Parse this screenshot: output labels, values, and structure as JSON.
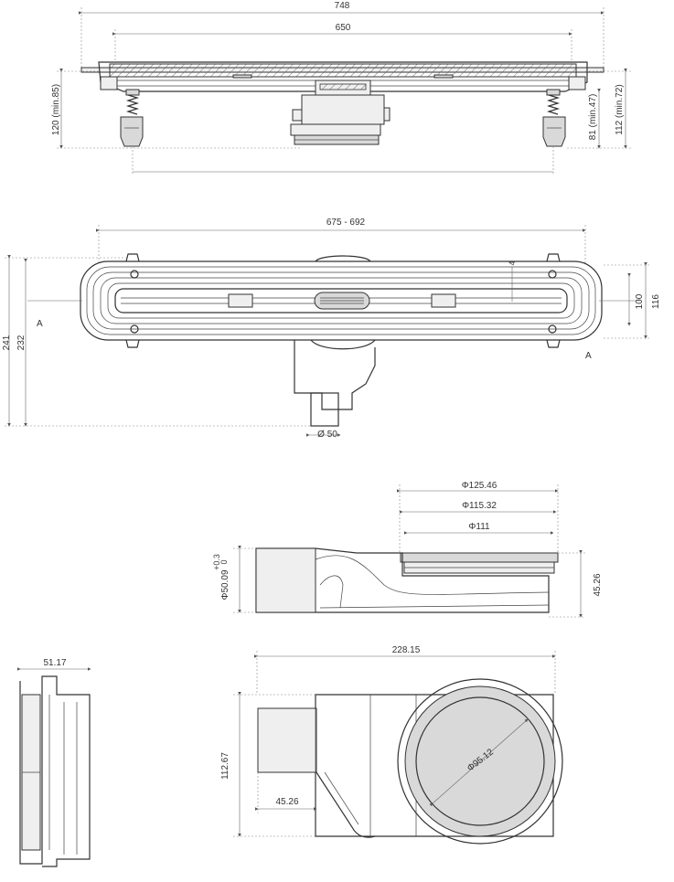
{
  "front_view": {
    "dim_total_width": "748",
    "dim_inner_width": "650",
    "dim_height_left": "120 (min.85)",
    "dim_height_right_a": "81 (min.47)",
    "dim_height_right_b": "112 (min.72)"
  },
  "top_view": {
    "dim_length_range": "675 - 692",
    "dim_outer_height": "241",
    "dim_inner_height": "232",
    "dim_slot_a": "100",
    "dim_slot_b": "116",
    "dim_small": "4",
    "dim_outlet": "Ø 50",
    "section_mark_left": "A",
    "section_mark_right": "A"
  },
  "siphon_side_view": {
    "dim_d1": "Φ125.46",
    "dim_d2": "Φ115.32",
    "dim_d3": "Φ111",
    "dim_outlet": "Φ50.09",
    "dim_tol_plus": "+0.3",
    "dim_tol_zero": "0",
    "dim_height": "45.26"
  },
  "siphon_ring_view": {
    "dim_width": "51.17"
  },
  "siphon_top_view": {
    "dim_length": "228.15",
    "dim_height": "112.67",
    "dim_outlet_len": "45.26",
    "dim_inner_d": "Φ95.12"
  }
}
